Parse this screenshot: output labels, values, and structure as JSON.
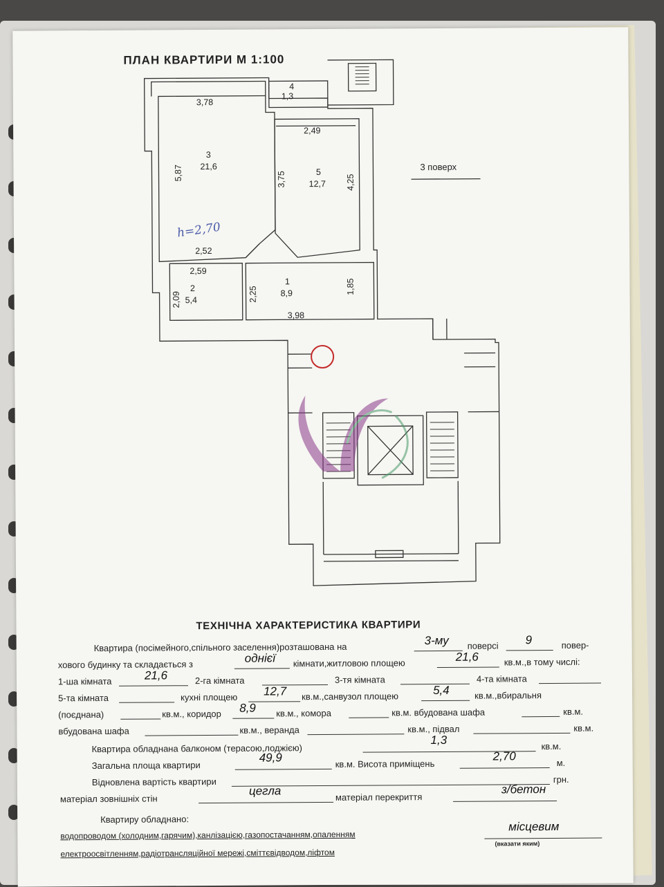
{
  "plan": {
    "title": "ПЛАН КВАРТИРИ М 1:100",
    "floor_label": "3 поверх",
    "height_note": "h=2,70",
    "rooms": [
      {
        "number": "1",
        "area": "8,9"
      },
      {
        "number": "2",
        "area": "5,4"
      },
      {
        "number": "3",
        "area": "21,6"
      },
      {
        "number": "4",
        "area": "1,3"
      },
      {
        "number": "5",
        "area": "12,7"
      }
    ],
    "dimensions": {
      "d378": "3,78",
      "d587": "5,87",
      "d249": "2,49",
      "d375": "3,75",
      "d425": "4,25",
      "d252": "2,52",
      "d259": "2,59",
      "d209": "2,09",
      "d225": "2,25",
      "d185": "1,85",
      "d398": "3,98"
    }
  },
  "tech": {
    "title": "ТЕХНІЧНА ХАРАКТЕРИСТИКА КВАРТИРИ",
    "l1a": "Квартира (посімейного,спільного заселення)розташована на",
    "l1b": "поверсі",
    "l1c": "повер-",
    "floor": "3-му",
    "floors_total": "9",
    "l2a": "хового будинку та складається з",
    "l2b": "кімнати,житловою площею",
    "l2c": "кв.м.,в тому числі:",
    "rooms_count": "однієї",
    "living_area": "21,6",
    "l3a": "1-ша кімната",
    "l3b": "2-га кімната",
    "l3c": "3-тя кімната",
    "l3d": "4-та кімната",
    "room1": "21,6",
    "l4a": "5-та кімната",
    "l4b": "кухні площею",
    "l4c": "кв.м.,санвузол площею",
    "l4d": "кв.м.,вбиральня",
    "kitchen": "12,7",
    "bathroom": "5,4",
    "l5a": "(поєднана)",
    "l5b": "кв.м., коридор",
    "l5c": "кв.м., комора",
    "l5d": "кв.м. вбудована шафа",
    "l5e": "кв.м.",
    "corridor": "8,9",
    "l6a": "вбудована шафа",
    "l6b": "кв.м., веранда",
    "l6c": "кв.м., підвал",
    "l6d": "кв.м.",
    "l7a": "Квартира обладнана балконом (терасою,лоджією)",
    "l7b": "кв.м.",
    "balcony": "1,3",
    "l8a": "Загальна площа квартири",
    "l8b": "кв.м. Висота приміщень",
    "l8c": "м.",
    "total_area": "49,9",
    "height": "2,70",
    "l9a": "Відновлена вартість квартири",
    "l9b": "грн.",
    "l10a": "матеріал зовнішніх стін",
    "l10b": "матеріал перекриття",
    "walls": "цегла",
    "ceiling": "з/бетон",
    "l11": "Квартиру обладнано:",
    "l12": "водопроводом (холодним,гарячим),канлізацією,газопостачанням,опаленням",
    "heating": "місцевим",
    "l12note": "(вказати яким)",
    "l13": "електроосвітленням,радіотрансляційної мережі,сміттєвідводом,ліфтом"
  }
}
